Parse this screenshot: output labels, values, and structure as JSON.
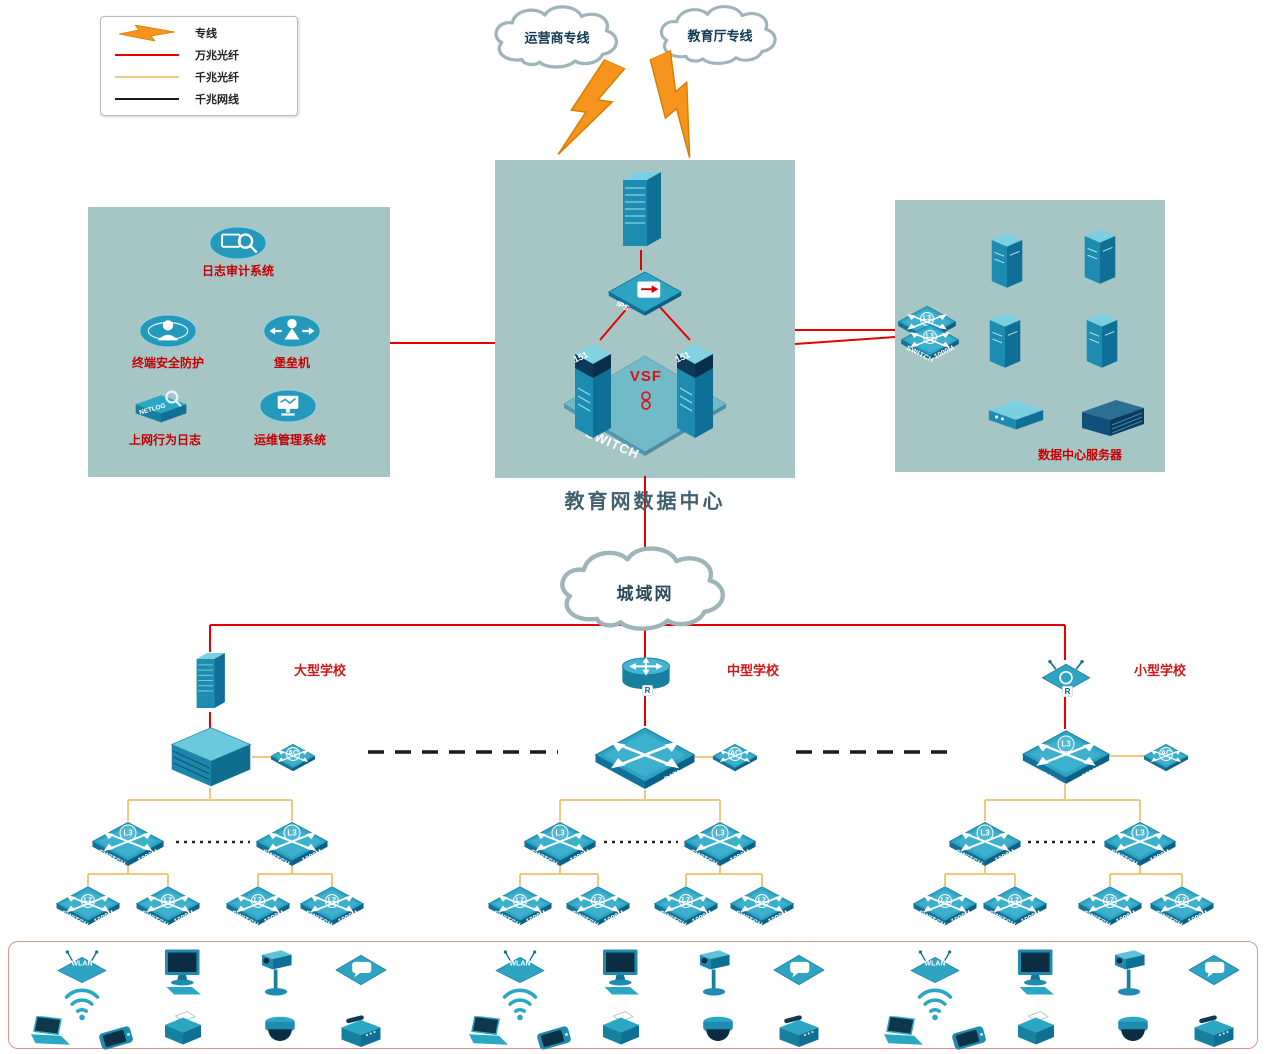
{
  "colors": {
    "dedicated_line": "#F7941D",
    "fiber_10g": "#E60000",
    "fiber_1g": "#EFC87E",
    "copper_1g": "#1A1A1A",
    "zone_bg": "#A6C6C6",
    "device_teal": "#2FA3C2",
    "label_red": "#C40000"
  },
  "legend": {
    "items": [
      {
        "label": "专线",
        "type": "lightning"
      },
      {
        "label": "万兆光纤",
        "type": "red-line"
      },
      {
        "label": "千兆光纤",
        "type": "yellow-line"
      },
      {
        "label": "千兆网线",
        "type": "black-line"
      }
    ]
  },
  "clouds": {
    "isp": "运营商专线",
    "edu": "教育厅专线",
    "man": "城域网"
  },
  "data_center": {
    "title": "教育网数据中心",
    "vsf_label": "VSF",
    "ips_label": "IPS",
    "switch_word": "SWITCH",
    "server_cap": "151"
  },
  "security_zone": {
    "audit": "日志审计系统",
    "endpoint": "终端安全防护",
    "bastion": "堡垒机",
    "netlog_label": "上网行为日志",
    "netlog_device": "NETLOG",
    "ops": "运维管理系统"
  },
  "server_zone": {
    "title": "数据中心服务器"
  },
  "device_labels": {
    "switch_word": "SWITCH",
    "speed": "1000M",
    "l3": "L3",
    "l2": "L2",
    "ac": "AC",
    "r": "R",
    "dc1": "DATA",
    "dc2": "CENTER",
    "wlan": "WLAN"
  },
  "schools": [
    {
      "name": "大型学校"
    },
    {
      "name": "中型学校"
    },
    {
      "name": "小型学校"
    }
  ]
}
